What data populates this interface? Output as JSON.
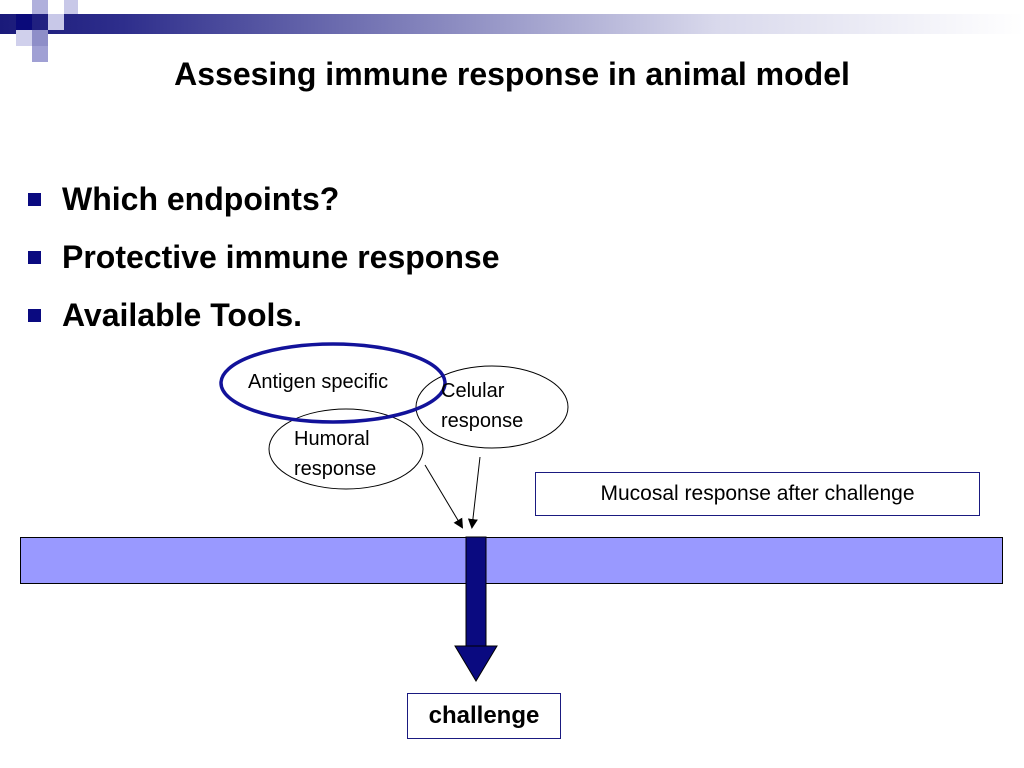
{
  "slide": {
    "title": "Assesing immune response in animal model",
    "bullets": [
      "Which endpoints?",
      "Protective immune response",
      "Available Tools."
    ]
  },
  "diagram": {
    "antigen_label": "Antigen specific",
    "celular_line1": "Celular",
    "celular_line2": "response",
    "humoral_line1": "Humoral",
    "humoral_line2": "response",
    "mucosal_label": "Mucosal response after challenge",
    "challenge_label": "challenge"
  },
  "colors": {
    "accent": "#1a1a80",
    "mucosa_bar": "#9999ff",
    "antigen_ellipse": "#12129a"
  }
}
